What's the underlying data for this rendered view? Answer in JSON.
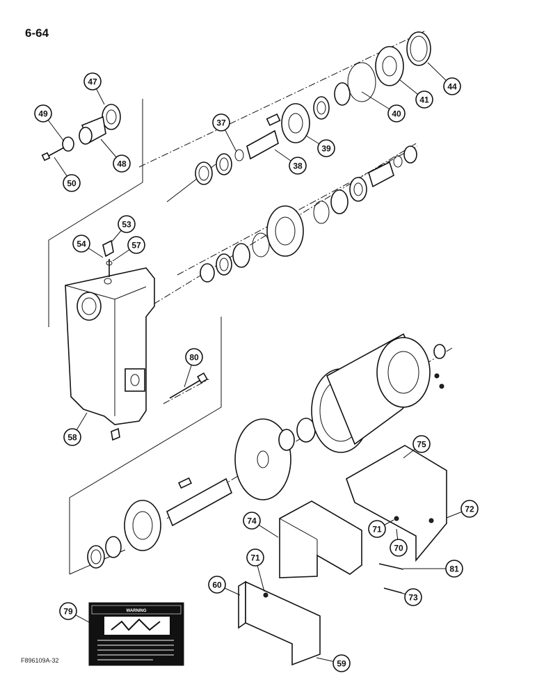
{
  "page_number": "6-64",
  "figure_code": "F896109A-32",
  "warning_label_text": "WARNING",
  "callouts": [
    {
      "id": "c47",
      "label": "47"
    },
    {
      "id": "c49",
      "label": "49"
    },
    {
      "id": "c48",
      "label": "48"
    },
    {
      "id": "c50",
      "label": "50"
    },
    {
      "id": "c37",
      "label": "37"
    },
    {
      "id": "c38",
      "label": "38"
    },
    {
      "id": "c39",
      "label": "39"
    },
    {
      "id": "c40",
      "label": "40"
    },
    {
      "id": "c41",
      "label": "41"
    },
    {
      "id": "c44",
      "label": "44"
    },
    {
      "id": "c53",
      "label": "53"
    },
    {
      "id": "c54",
      "label": "54"
    },
    {
      "id": "c57",
      "label": "57"
    },
    {
      "id": "c80",
      "label": "80"
    },
    {
      "id": "c58",
      "label": "58"
    },
    {
      "id": "c75",
      "label": "75"
    },
    {
      "id": "c72",
      "label": "72"
    },
    {
      "id": "c74",
      "label": "74"
    },
    {
      "id": "c71a",
      "label": "71"
    },
    {
      "id": "c70",
      "label": "70"
    },
    {
      "id": "c81",
      "label": "81"
    },
    {
      "id": "c71b",
      "label": "71"
    },
    {
      "id": "c60",
      "label": "60"
    },
    {
      "id": "c73",
      "label": "73"
    },
    {
      "id": "c79",
      "label": "79"
    },
    {
      "id": "c59",
      "label": "59"
    }
  ]
}
